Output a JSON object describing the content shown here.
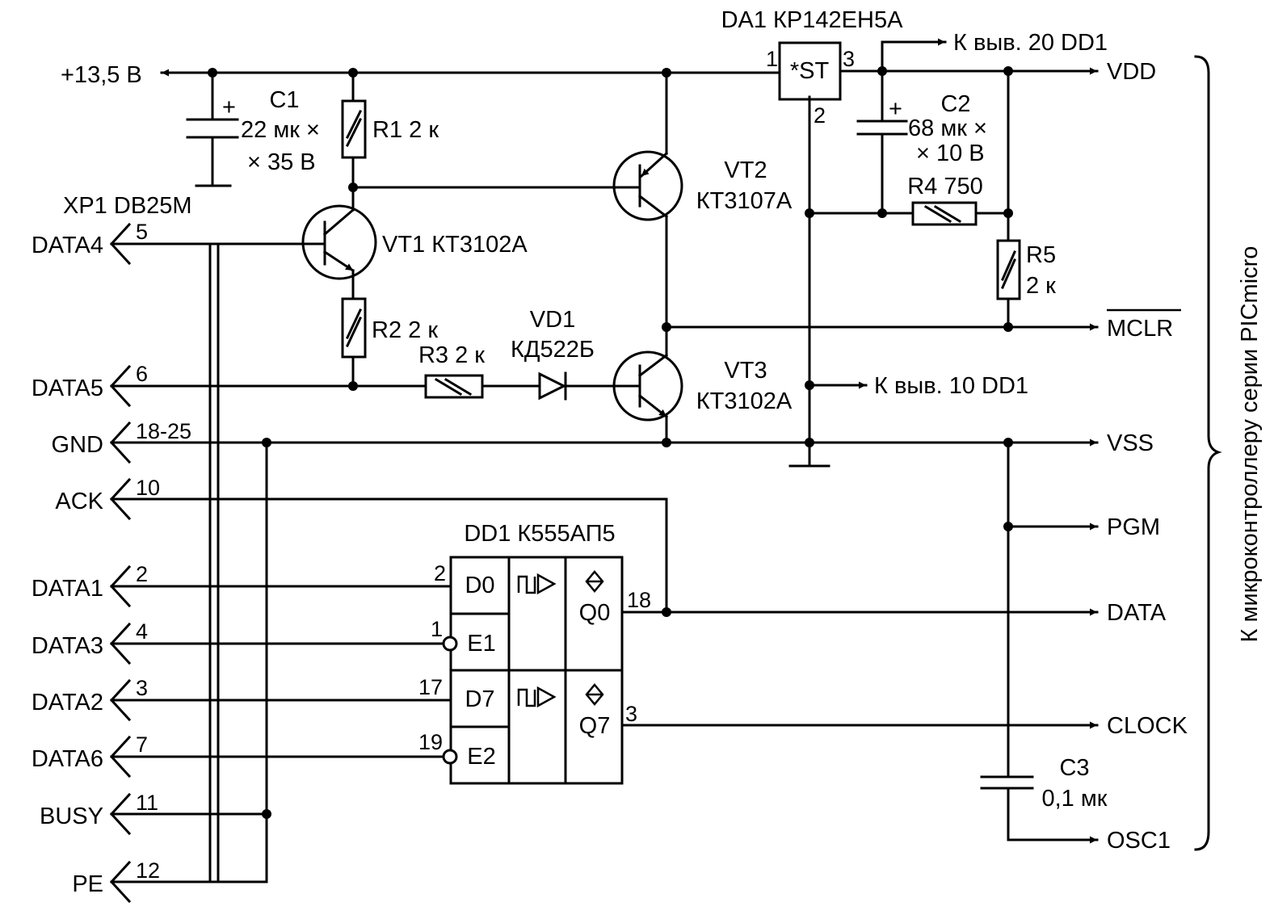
{
  "supply_label": "+13,5 В",
  "parts": {
    "c1": {
      "name": "C1",
      "line1": "22 мк ×",
      "line2": "× 35 В",
      "plus": "+"
    },
    "r1": {
      "name": "R1 2 к"
    },
    "r2": {
      "name": "R2 2 к"
    },
    "r3": {
      "name": "R3 2 к"
    },
    "r4": {
      "name": "R4 750"
    },
    "r5": {
      "name": "R5",
      "value": "2 к"
    },
    "vd1": {
      "name": "VD1",
      "type": "КД522Б"
    },
    "vt1": {
      "name": "VT1 КТ3102А"
    },
    "vt2": {
      "name": "VT2",
      "type": "КТ3107А"
    },
    "vt3": {
      "name": "VT3",
      "type": "КТ3102А"
    },
    "da1": {
      "name": "DA1 КР142ЕН5А",
      "body": "*ST",
      "pin_in": "1",
      "pin_out": "3",
      "pin_gnd": "2"
    },
    "c2": {
      "name": "C2",
      "line1": "68 мк ×",
      "line2": "× 10 В",
      "plus": "+"
    },
    "c3": {
      "name": "C3",
      "value": "0,1 мк"
    },
    "dd1": {
      "name": "DD1 К555АП5",
      "cells": [
        "D0",
        "E1",
        "D7",
        "E2",
        "Q0",
        "Q7"
      ],
      "pins": {
        "d0": "2",
        "e1": "1",
        "d7": "17",
        "e2": "19",
        "q0": "18",
        "q7": "3"
      }
    }
  },
  "connector": {
    "name": "XP1 DB25M",
    "signals": [
      {
        "name": "DATA4",
        "pin": "5"
      },
      {
        "name": "DATA5",
        "pin": "6"
      },
      {
        "name": "GND",
        "pin": "18-25"
      },
      {
        "name": "ACK",
        "pin": "10"
      },
      {
        "name": "DATA1",
        "pin": "2"
      },
      {
        "name": "DATA3",
        "pin": "4"
      },
      {
        "name": "DATA2",
        "pin": "3"
      },
      {
        "name": "DATA6",
        "pin": "7"
      },
      {
        "name": "BUSY",
        "pin": "11"
      },
      {
        "name": "PE",
        "pin": "12"
      }
    ]
  },
  "notes": {
    "dd1_pin20": "К выв. 20 DD1",
    "dd1_pin10": "К выв. 10 DD1"
  },
  "outputs": [
    "VDD",
    "MCLR",
    "VSS",
    "PGM",
    "DATA",
    "CLOCK",
    "OSC1"
  ],
  "bracket_label": "К микроконтроллеру серии PICmicro"
}
